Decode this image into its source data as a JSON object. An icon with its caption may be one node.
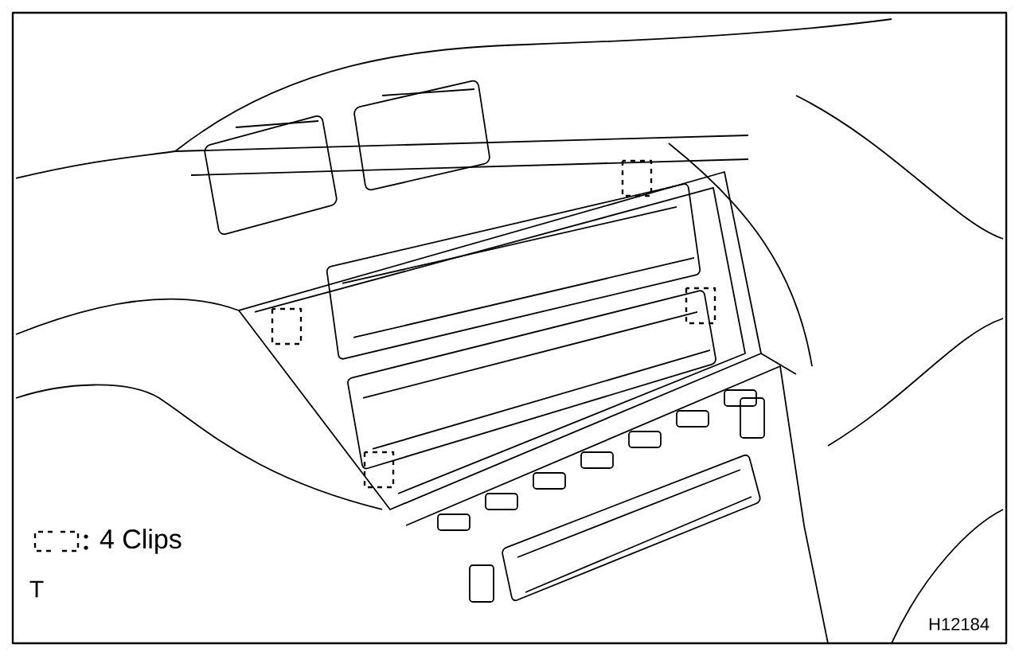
{
  "diagram": {
    "labels": [
      "T",
      "H12184"
    ],
    "legend": [
      {
        "text": "4 Clips"
      }
    ]
  }
}
